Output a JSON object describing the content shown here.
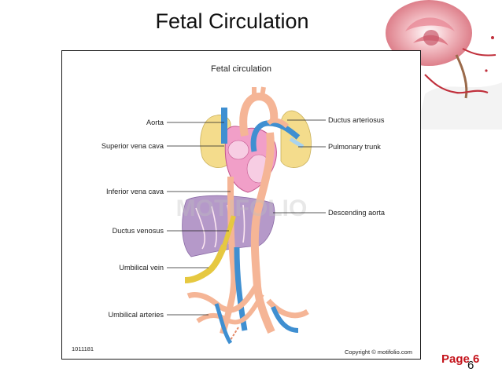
{
  "slide": {
    "title": "Fetal Circulation",
    "page_label": "Page 6",
    "page_number": "6"
  },
  "figure": {
    "title": "Fetal circulation",
    "watermark": "MOTIFOLIO",
    "catalog_number": "1011181",
    "copyright": "Copyright © motifolio.com",
    "labels_left": [
      "Aorta",
      "Superior vena cava",
      "Inferior vena cava",
      "Ductus venosus",
      "Umbilical vein",
      "Umbilical arteries"
    ],
    "labels_right": [
      "Ductus arteriosus",
      "Pulmonary trunk",
      "Descending aorta"
    ]
  },
  "colors": {
    "artery": "#f5b596",
    "artery_dark": "#e58a68",
    "vein": "#3f8fd1",
    "vein_light": "#a9d3ef",
    "mixed": "#e6c840",
    "heart": "#f19fc8",
    "heart_light": "#f7cde3",
    "lung": "#f4dc8c",
    "liver": "#b599c9",
    "page_label": "#c4141c"
  },
  "icons": {
    "corner": "rose-flower-icon"
  }
}
